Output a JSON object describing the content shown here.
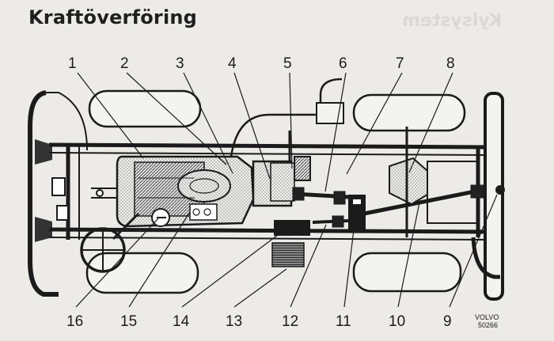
{
  "title": "Kraftöverföring",
  "ghost_text": "Kylsystem",
  "callouts": [
    "1",
    "2",
    "3",
    "4",
    "5",
    "6",
    "7",
    "8",
    "9",
    "10",
    "11",
    "12",
    "13",
    "14",
    "15",
    "16"
  ],
  "maker_mark": {
    "brand": "VOLVO",
    "code": "50266"
  }
}
